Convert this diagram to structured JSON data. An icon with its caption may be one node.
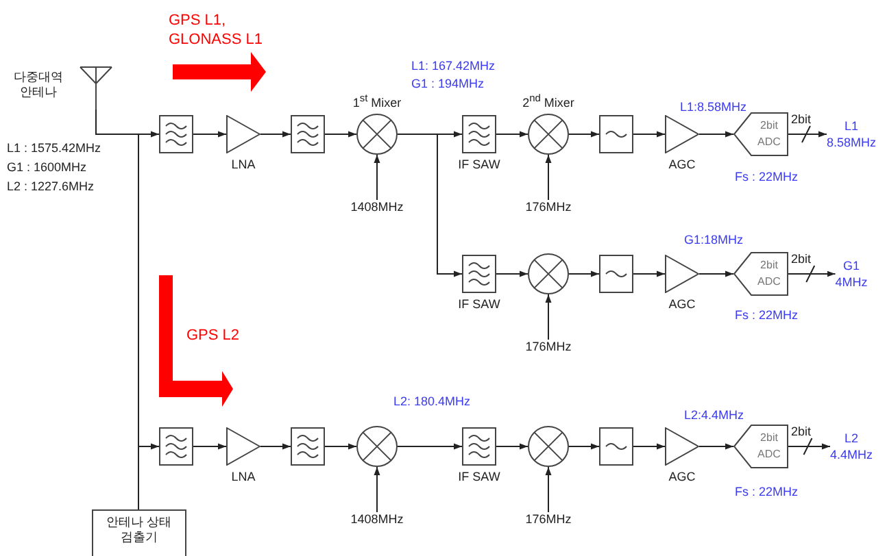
{
  "diagram": {
    "nodes": [
      {
        "text": [
          "다중대역 안테나"
        ]
      },
      {
        "text": [],
        "shape": "box"
      },
      {
        "text": [
          "LNA"
        ]
      },
      {
        "text": [],
        "shape": "box"
      },
      {
        "text": [
          "1$^{st}$ Mixer"
        ]
      },
      {
        "text": [
          "1408MHz"
        ]
      },
      {
        "text": [
          "IF SAW"
        ]
      },
      {
        "text": [
          "2$^{nd}$ Mixer"
        ]
      },
      {
        "text": [
          "176MHz"
        ]
      },
      {
        "text": [],
        "shape": "box"
      },
      {
        "text": [
          "AGC"
        ]
      },
      {
        "text": [
          "2bit ADC"
        ]
      },
      {
        "text": [
          "L1 8.58MHz"
        ]
      },
      {
        "text": [
          "IF SAW"
        ]
      },
      {
        "text": [],
        "shape": "circle"
      },
      {
        "text": [
          "176MHz"
        ]
      },
      {
        "text": [],
        "shape": "box"
      },
      {
        "text": [
          "AGC"
        ]
      },
      {
        "text": [
          "2bit ADC"
        ]
      },
      {
        "text": [
          "G1 4MHz"
        ]
      },
      {
        "text": [],
        "shape": "box"
      },
      {
        "text": [
          "LNA"
        ]
      },
      {
        "text": [],
        "shape": "box"
      },
      {
        "text": [],
        "shape": "circle"
      },
      {
        "text": [
          "1408MHz"
        ]
      },
      {
        "text": [
          "IF SAW"
        ]
      },
      {
        "text": [],
        "shape": "circle"
      },
      {
        "text": [
          "176MHz"
        ]
      },
      {
        "text": [],
        "shape": "box"
      },
      {
        "text": [
          "AGC"
        ]
      },
      {
        "text": [
          "2bit ADC"
        ]
      },
      {
        "text": [
          "L2 4.4MHz"
        ]
      },
      {
        "text": [
          "안테나 상태 검출기"
        ]
      }
    ],
    "edges": [
      {
        "from": 0,
        "to": 1,
        "arrow": "to"
      },
      {
        "from": 1,
        "to": 2,
        "arrow": "to"
      },
      {
        "from": 2,
        "to": 3,
        "arrow": "to"
      },
      {
        "from": 3,
        "to": 4,
        "arrow": "to"
      },
      {
        "from": 5,
        "to": 4,
        "arrow": "to"
      },
      {
        "from": 4,
        "to": 6,
        "arrow": "to"
      },
      {
        "from": 6,
        "to": 7,
        "arrow": "to"
      },
      {
        "from": 8,
        "to": 7,
        "arrow": "to"
      },
      {
        "from": 7,
        "to": 9,
        "arrow": "to"
      },
      {
        "from": 9,
        "to": 10,
        "arrow": "to"
      },
      {
        "from": 10,
        "to": 11,
        "arrow": "to"
      },
      {
        "from": 11,
        "to": 12,
        "arrow": "to"
      },
      {
        "from": 4,
        "to": 13,
        "arrow": "to"
      },
      {
        "from": 13,
        "to": 14,
        "arrow": "to"
      },
      {
        "from": 15,
        "to": 14,
        "arrow": "to"
      },
      {
        "from": 14,
        "to": 16,
        "arrow": "to"
      },
      {
        "from": 16,
        "to": 17,
        "arrow": "to"
      },
      {
        "from": 17,
        "to": 18,
        "arrow": "to"
      },
      {
        "from": 18,
        "to": 19,
        "arrow": "to"
      },
      {
        "from": 0,
        "to": 20,
        "arrow": "to"
      },
      {
        "from": 20,
        "to": 21,
        "arrow": "to"
      },
      {
        "from": 21,
        "to": 22,
        "arrow": "to"
      },
      {
        "from": 22,
        "to": 23,
        "arrow": "to"
      },
      {
        "from": 24,
        "to": 23,
        "arrow": "to"
      },
      {
        "from": 23,
        "to": 25,
        "arrow": "to"
      },
      {
        "from": 25,
        "to": 26,
        "arrow": "to"
      },
      {
        "from": 27,
        "to": 26,
        "arrow": "to"
      },
      {
        "from": 26,
        "to": 28,
        "arrow": "to"
      },
      {
        "from": 28,
        "to": 29,
        "arrow": "to"
      },
      {
        "from": 29,
        "to": 30,
        "arrow": "to"
      },
      {
        "from": 30,
        "to": 31,
        "arrow": "to"
      },
      {
        "from": 0,
        "to": 32,
        "arrow": "none"
      }
    ],
    "labels": [
      "GPS L1, GLONASS L1",
      "L1 : 1575.42MHz",
      "G1 : 1600MHz",
      "L2 : 1227.6MHz",
      "L1: 167.42MHz",
      "G1 : 194MHz",
      "L1:8.58MHz",
      "2bit",
      "Fs : 22MHz",
      "G1:18MHz",
      "2bit",
      "Fs : 22MHz",
      "GPS L2",
      "L2: 180.4MHz",
      "L2:4.4MHz",
      "2bit",
      "Fs : 22MHz"
    ]
  }
}
